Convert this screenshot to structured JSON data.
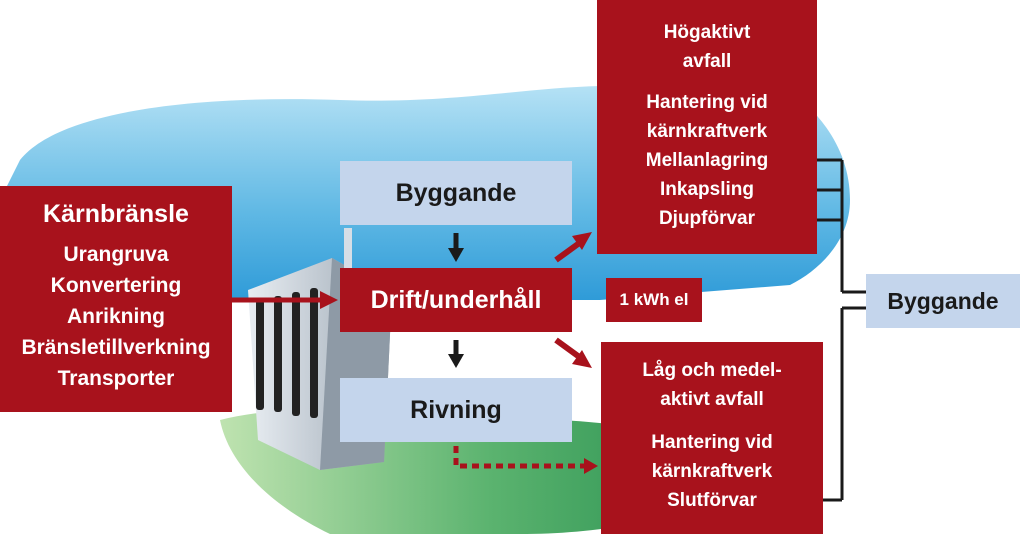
{
  "fuel": {
    "title": "Kärnbränsle",
    "items": [
      "Urangruva",
      "Konvertering",
      "Anrikning",
      "Bränsletillverkning",
      "Transporter"
    ]
  },
  "process": {
    "construction": "Byggande",
    "operation": "Drift/underhåll",
    "decommissioning": "Rivning"
  },
  "output": "1 kWh el",
  "high_level_waste": {
    "title_line1": "Högaktivt",
    "title_line2": "avfall",
    "items": [
      "Hantering vid",
      "kärnkraftverk",
      "Mellanlagring",
      "Inkapsling",
      "Djupförvar"
    ]
  },
  "low_medium_waste": {
    "title_line1": "Låg och medel-",
    "title_line2": "aktivt avfall",
    "items": [
      "Hantering vid",
      "kärnkraftverk",
      "Slutförvar"
    ]
  },
  "side_construction": "Byggande",
  "colors": {
    "red_box": "#a8121c",
    "blue_box": "#c4d5ec",
    "sky": "#7cc6e8",
    "ground": "#3f9e5a",
    "arrow_red": "#a8121c",
    "arrow_dark": "#1a1a1a"
  }
}
